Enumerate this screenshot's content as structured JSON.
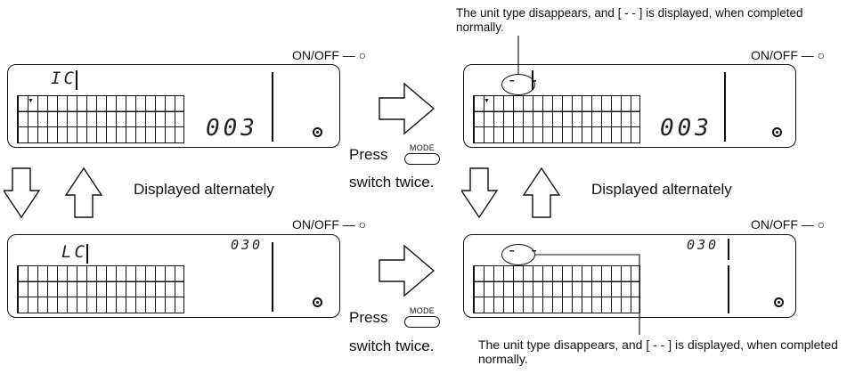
{
  "labels": {
    "on_off": "ON/OFF",
    "press": "Press",
    "mode_key": "MODE",
    "switch_twice": "switch twice.",
    "displayed_alternately": "Displayed alternately",
    "note_top": "The unit type disappears, and [ - - ] is displayed, when completed normally.",
    "note_bottom": "The unit type disappears, and [ - - ] is displayed, when completed normally."
  },
  "displays": {
    "top_left": {
      "code": "IC",
      "value": "003"
    },
    "bottom_left": {
      "code": "LC",
      "value": "030"
    },
    "top_right": {
      "code": "- -",
      "value": "003"
    },
    "bottom_right": {
      "code": "- -",
      "value": "030"
    }
  }
}
